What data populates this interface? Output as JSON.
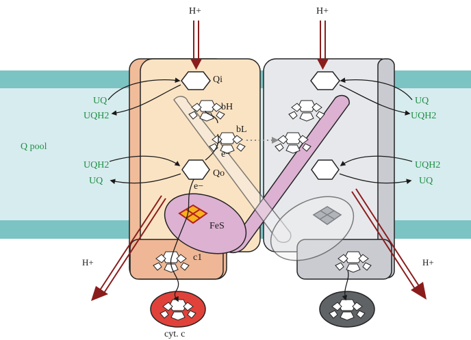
{
  "labels": {
    "h_plus": "H+",
    "q_pool": "Q pool",
    "uq": "UQ",
    "uqh2": "UQH2",
    "q_i": "Qi",
    "q_o": "Qo",
    "b_h": "bH",
    "b_l": "bL",
    "e_minus": "e−",
    "fes": "FeS",
    "c1": "c1",
    "cyt_c": "cyt. c"
  },
  "colors": {
    "membrane_band": "#7cc3c4",
    "membrane_core": "#d7ecee",
    "left_monomer": "#fae3c3",
    "left_edge": "#eeb895",
    "c1_left": "#efb795",
    "right_monomer": "#e7e8ec",
    "right_edge": "#c9cbd1",
    "c1_right": "#c9cbd1",
    "iron_sulfur_arm": "#dcb1d2",
    "arrow_red": "#8b1c1c",
    "label_green": "#1e8f45",
    "cyt_c_left": "#e0423a",
    "cyt_c_right": "#5f6366"
  }
}
